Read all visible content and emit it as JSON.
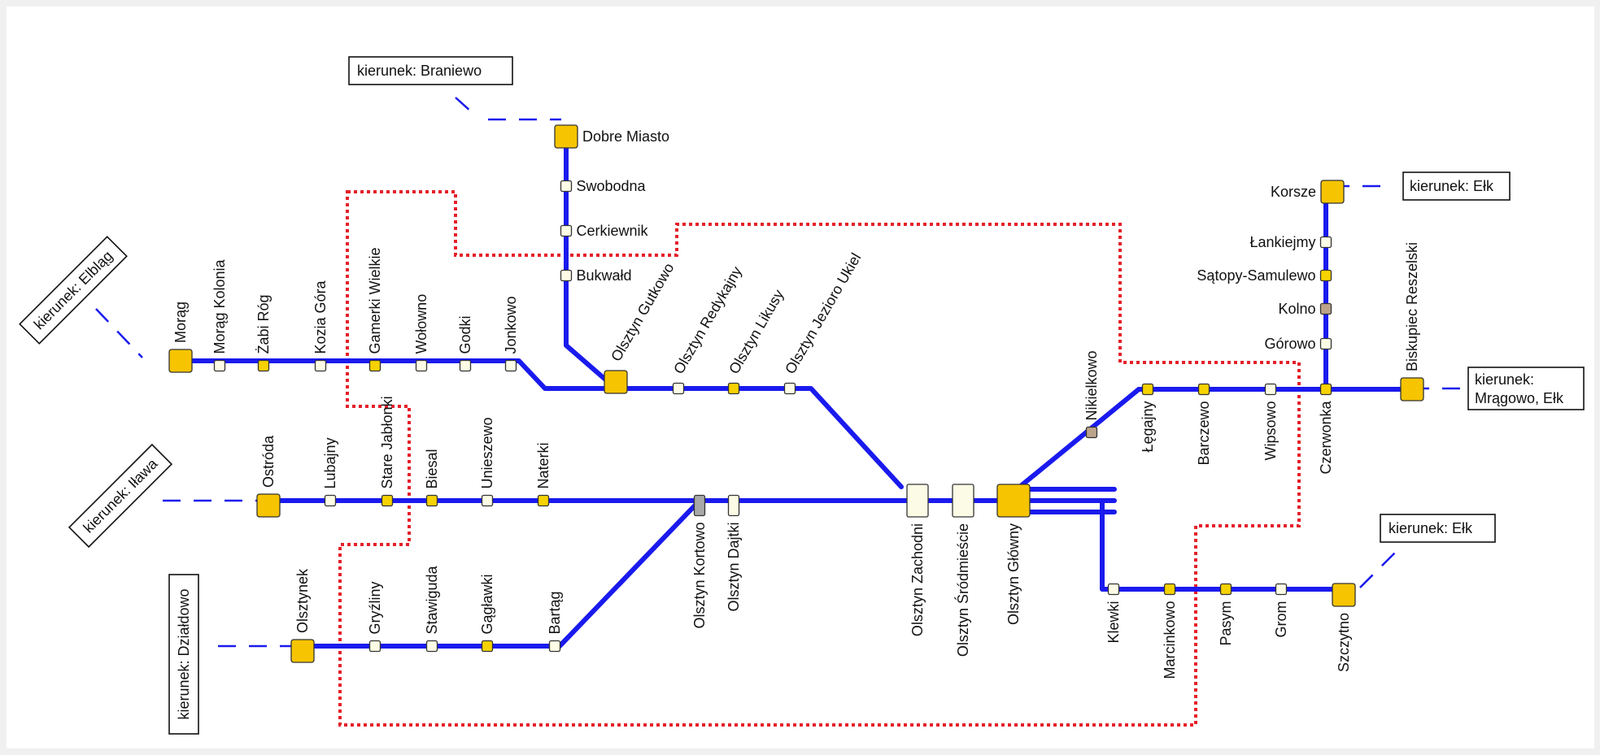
{
  "map": {
    "colors": {
      "line": "#1a1aee",
      "zone": "#e4202a",
      "station_major": "#f6c400",
      "station_minor_white": "#fbfbe6",
      "station_minor_yellow": "#f6d200",
      "station_tan": "#bba38a",
      "station_gray": "#a8a8a8"
    },
    "directions": {
      "braniewo": "kierunek: Braniewo",
      "elblag": "kierunek: Elbląg",
      "ilawa": "kierunek: Iława",
      "dzialdowo": "kierunek: Działdowo",
      "elk_north": "kierunek: Ełk",
      "mragowo_1": "kierunek:",
      "mragowo_2": "Mrągowo, Ełk",
      "elk_south": "kierunek: Ełk"
    },
    "stations": {
      "dobre_miasto": "Dobre Miasto",
      "swobodna": "Swobodna",
      "cerkiewnik": "Cerkiewnik",
      "bukwald": "Bukwałd",
      "morag": "Morąg",
      "morag_kolonia": "Morąg Kolonia",
      "zabi_rog": "Żabi Róg",
      "kozia_gora": "Kozia Góra",
      "gamerki_wielkie": "Gamerki Wielkie",
      "wolowno": "Wołowno",
      "godki": "Godki",
      "jonkowo": "Jonkowo",
      "olsztyn_gutkowo": "Olsztyn Gutkowo",
      "olsztyn_redykajny": "Olsztyn Redykajny",
      "olsztyn_likusy": "Olsztyn Likusy",
      "olsztyn_jezioro_ukiel": "Olsztyn Jezioro Ukiel",
      "ostroda": "Ostróda",
      "lubajny": "Lubajny",
      "stare_jablonki": "Stare Jabłonki",
      "biesal": "Biesal",
      "unieszewo": "Unieszewo",
      "naterki": "Naterki",
      "olsztynek": "Olsztynek",
      "gryzliny": "Gryźliny",
      "stawiguda": "Stawiguda",
      "gaglawki": "Gągławki",
      "bartag": "Bartąg",
      "olsztyn_kortowo": "Olsztyn Kortowo",
      "olsztyn_dajtki": "Olsztyn Dajtki",
      "olsztyn_zachodni": "Olsztyn Zachodni",
      "olsztyn_srodmiescie": "Olsztyn Śródmieście",
      "olsztyn_glowny": "Olsztyn Główny",
      "nikielkowo": "Nikielkowo",
      "legajny": "Łęgajny",
      "barczewo": "Barczewo",
      "wipsowo": "Wipsowo",
      "czerwonka": "Czerwonka",
      "biskupiec_reszelski": "Biskupiec Reszelski",
      "korsze": "Korsze",
      "lankiejmy": "Łankiejmy",
      "satopy_samulewo": "Sątopy-Samulewo",
      "kolno": "Kolno",
      "gorowo": "Górowo",
      "klewki": "Klewki",
      "marcinkowo": "Marcinkowo",
      "pasym": "Pasym",
      "grom": "Grom",
      "szczytno": "Szczytno"
    }
  }
}
